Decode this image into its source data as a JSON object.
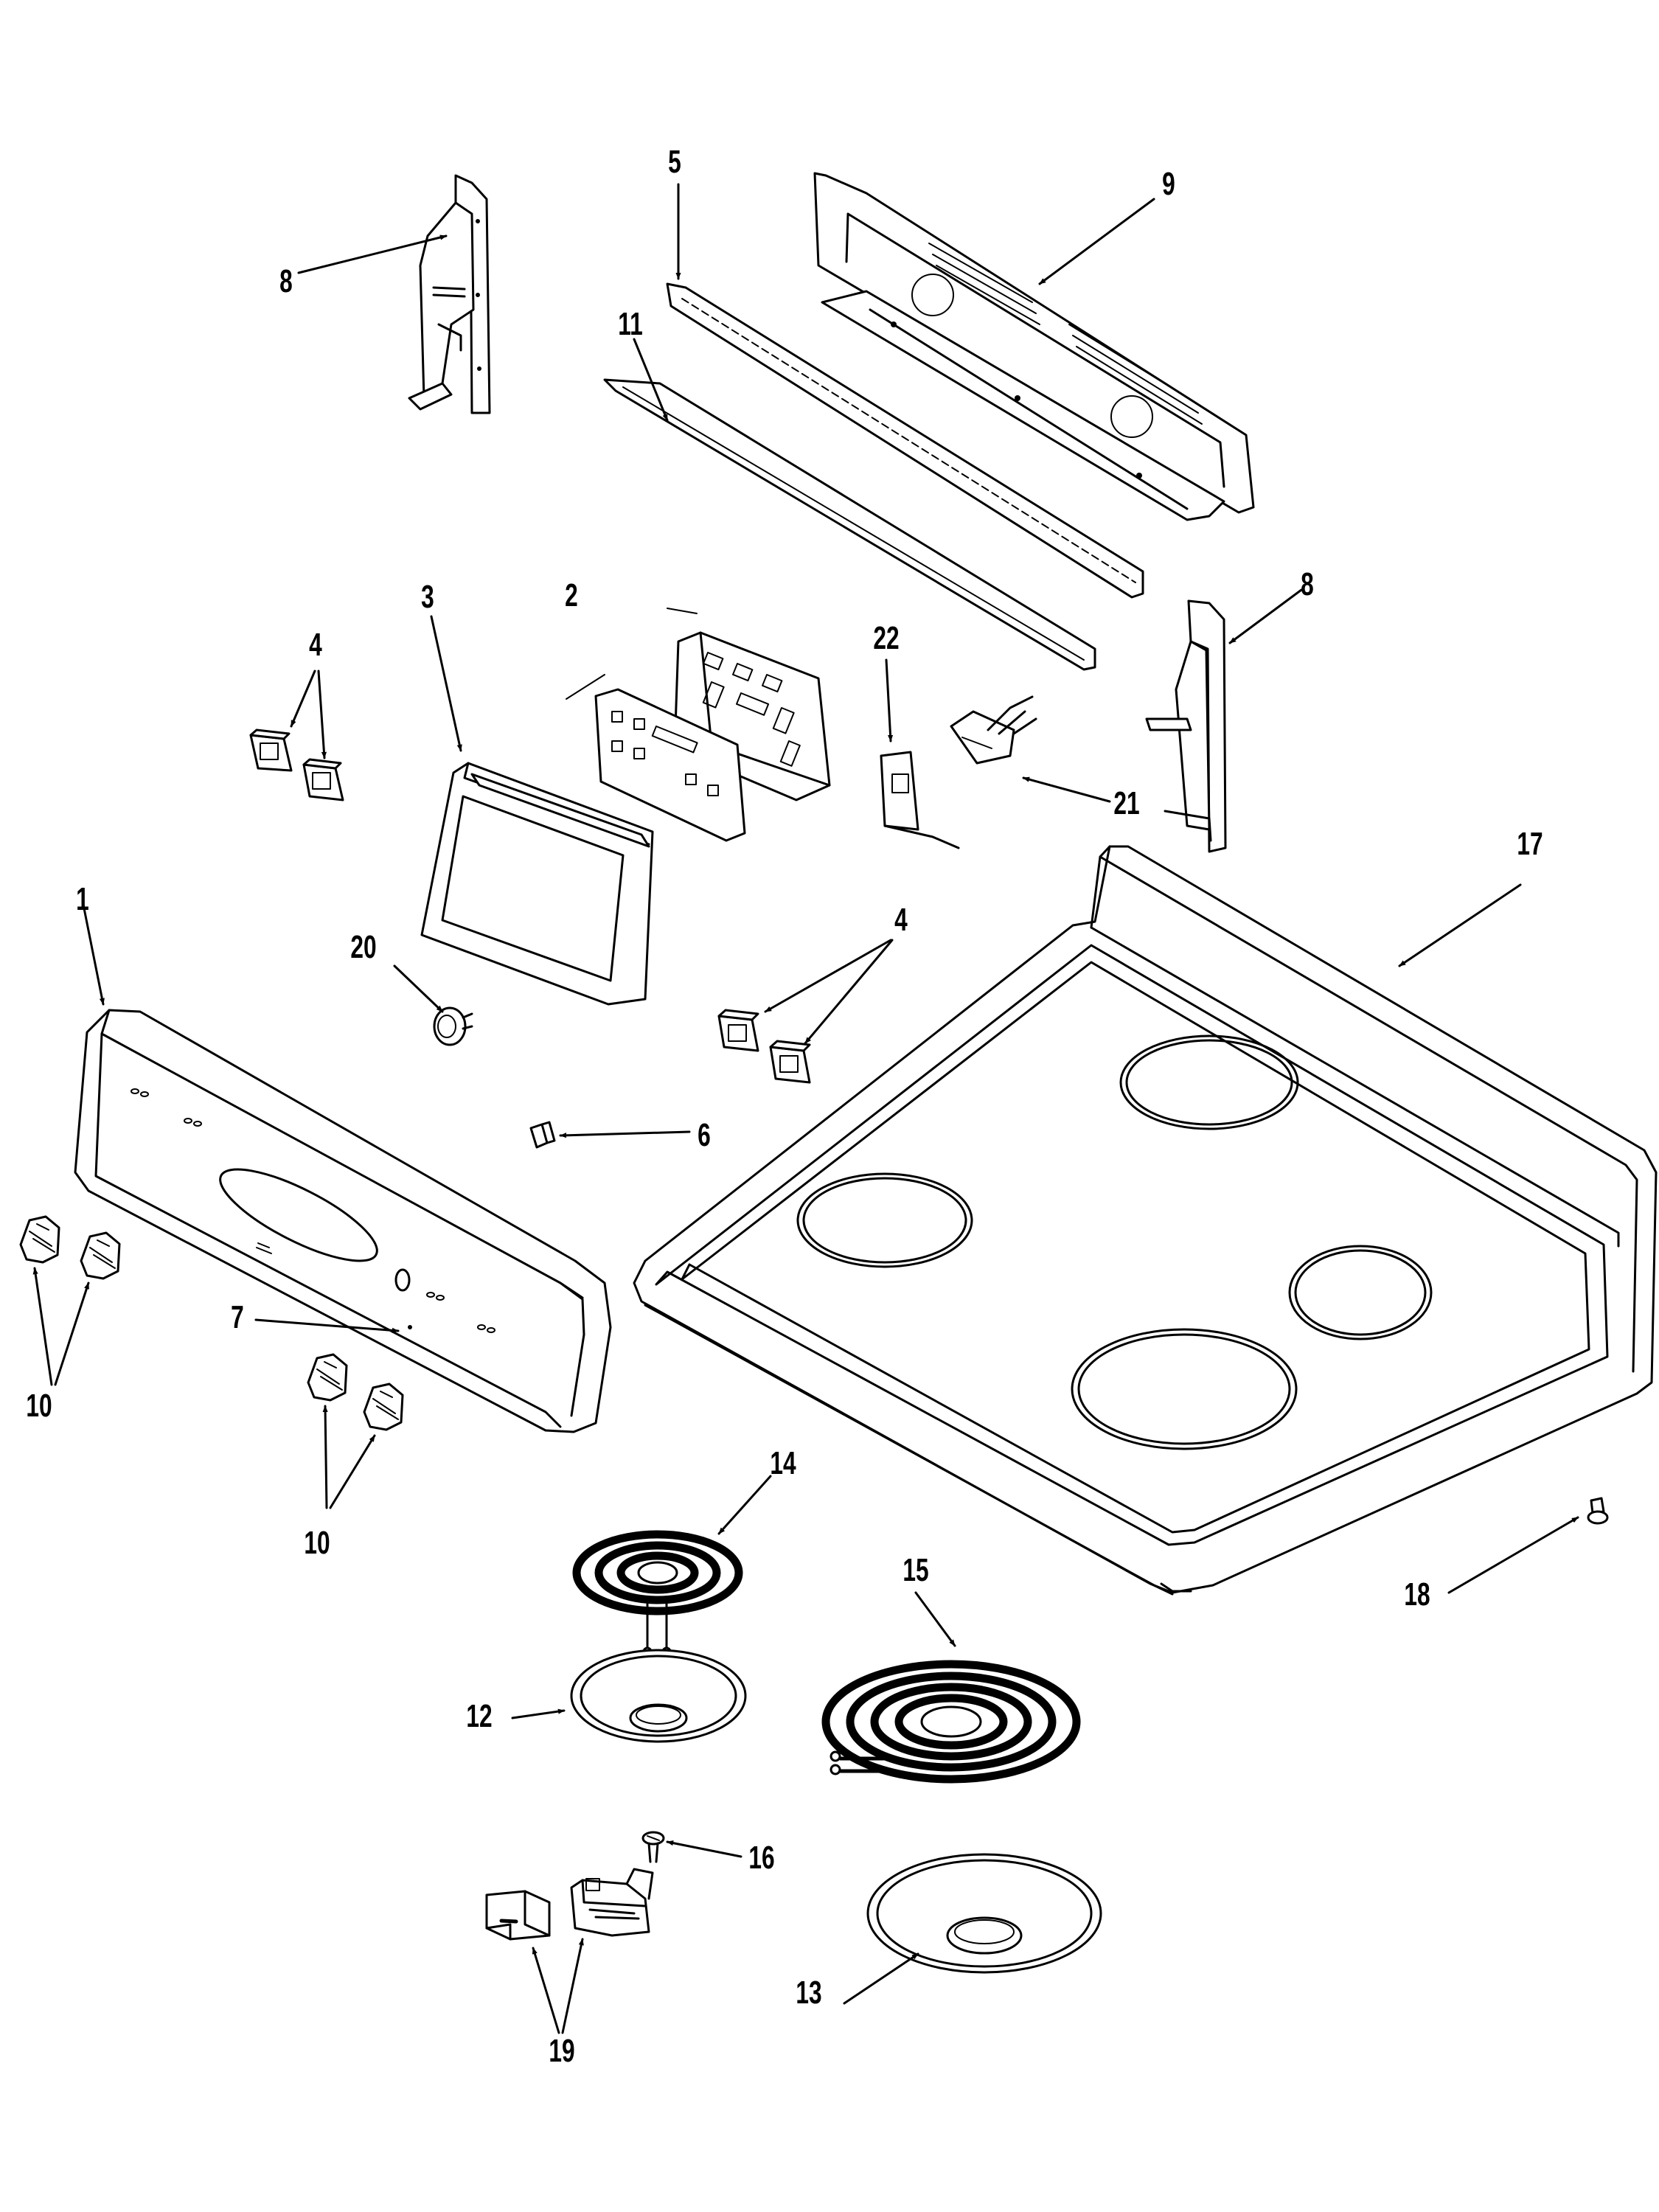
{
  "diagram": {
    "callouts": [
      "1",
      "2",
      "3",
      "4",
      "4",
      "5",
      "6",
      "7",
      "8",
      "8",
      "9",
      "10",
      "10",
      "11",
      "12",
      "13",
      "14",
      "15",
      "16",
      "17",
      "18",
      "19",
      "20",
      "21",
      "22"
    ]
  }
}
